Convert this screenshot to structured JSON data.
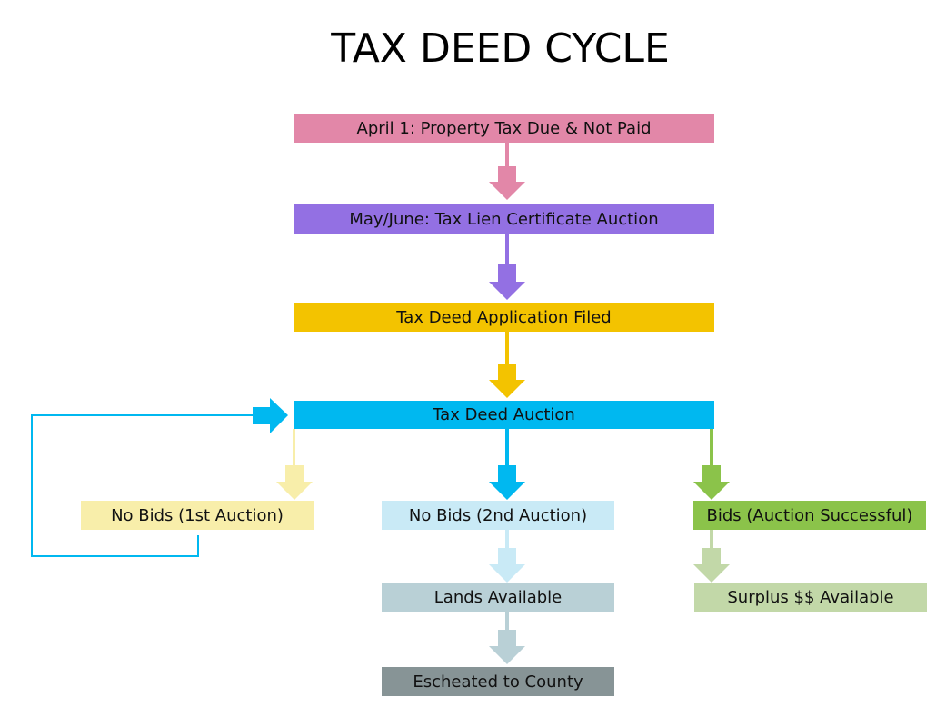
{
  "title": "TAX DEED CYCLE",
  "nodes": {
    "property_tax_due": {
      "label": "April 1: Property Tax Due & Not Paid",
      "color": "#e287a8"
    },
    "lien_auction": {
      "label": "May/June: Tax Lien Certificate Auction",
      "color": "#9370e3"
    },
    "deed_application": {
      "label": "Tax Deed Application Filed",
      "color": "#f3c300"
    },
    "deed_auction": {
      "label": "Tax Deed Auction",
      "color": "#00b8f0"
    },
    "no_bids_1st": {
      "label": "No Bids (1st Auction)",
      "color": "#f8eeaa"
    },
    "no_bids_2nd": {
      "label": "No Bids (2nd Auction)",
      "color": "#c9eaf6"
    },
    "bids_successful": {
      "label": "Bids (Auction Successful)",
      "color": "#8bc34a"
    },
    "lands_available": {
      "label": "Lands Available",
      "color": "#b9d0d6"
    },
    "surplus_available": {
      "label": "Surplus $$ Available",
      "color": "#c2d8a8"
    },
    "escheated": {
      "label": "Escheated to County",
      "color": "#879496"
    }
  },
  "edges": [
    {
      "from": "property_tax_due",
      "to": "lien_auction"
    },
    {
      "from": "lien_auction",
      "to": "deed_application"
    },
    {
      "from": "deed_application",
      "to": "deed_auction"
    },
    {
      "from": "deed_auction",
      "to": "no_bids_1st"
    },
    {
      "from": "deed_auction",
      "to": "no_bids_2nd"
    },
    {
      "from": "deed_auction",
      "to": "bids_successful"
    },
    {
      "from": "no_bids_1st",
      "to": "deed_auction",
      "type": "loop-back"
    },
    {
      "from": "no_bids_2nd",
      "to": "lands_available"
    },
    {
      "from": "lands_available",
      "to": "escheated"
    },
    {
      "from": "bids_successful",
      "to": "surplus_available"
    }
  ]
}
